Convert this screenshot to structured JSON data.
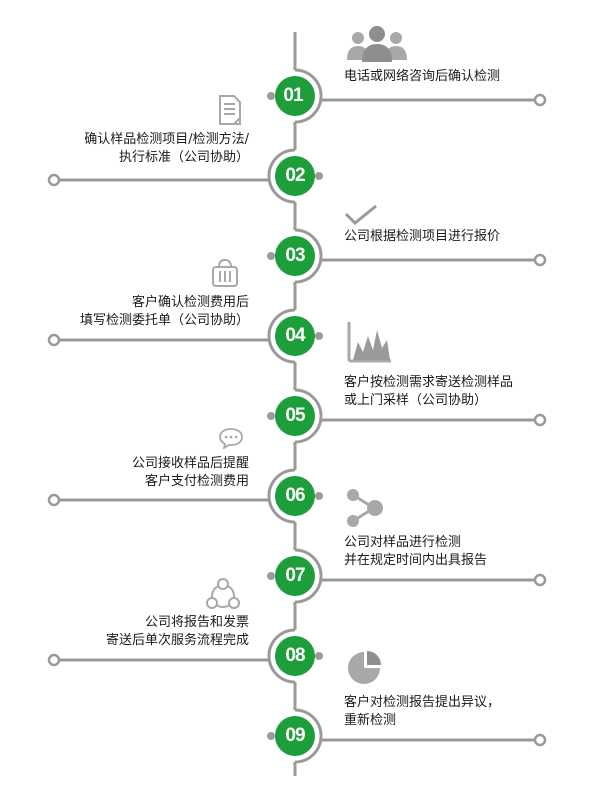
{
  "colors": {
    "line": "#9a9a9a",
    "circle": "#1e9e3a",
    "icon": "#a8a8a8"
  },
  "steps": [
    {
      "num": "01",
      "lines": [
        "电话或网络咨询后确认检测"
      ],
      "icon": "people-icon"
    },
    {
      "num": "02",
      "lines": [
        "确认样品检测项目/检测方法/",
        "执行标准（公司协助）"
      ],
      "icon": "document-icon"
    },
    {
      "num": "03",
      "lines": [
        "公司根据检测项目进行报价"
      ],
      "icon": "checkmark-icon"
    },
    {
      "num": "04",
      "lines": [
        "客户确认检测费用后",
        "填写检测委托单（公司协助）"
      ],
      "icon": "basket-icon"
    },
    {
      "num": "05",
      "lines": [
        "客户按检测需求寄送检测样品",
        "或上门采样（公司协助）"
      ],
      "icon": "area-chart-icon"
    },
    {
      "num": "06",
      "lines": [
        "公司接收样品后提醒",
        "客户支付检测费用"
      ],
      "icon": "chat-bubble-icon"
    },
    {
      "num": "07",
      "lines": [
        "公司对样品进行检测",
        "并在规定时间内出具报告"
      ],
      "icon": "share-icon"
    },
    {
      "num": "08",
      "lines": [
        "公司将报告和发票",
        "寄送后单次服务流程完成"
      ],
      "icon": "cycle-icon"
    },
    {
      "num": "09",
      "lines": [
        "客户对检测报告提出异议，",
        "重新检测"
      ],
      "icon": "pie-chart-icon"
    }
  ]
}
